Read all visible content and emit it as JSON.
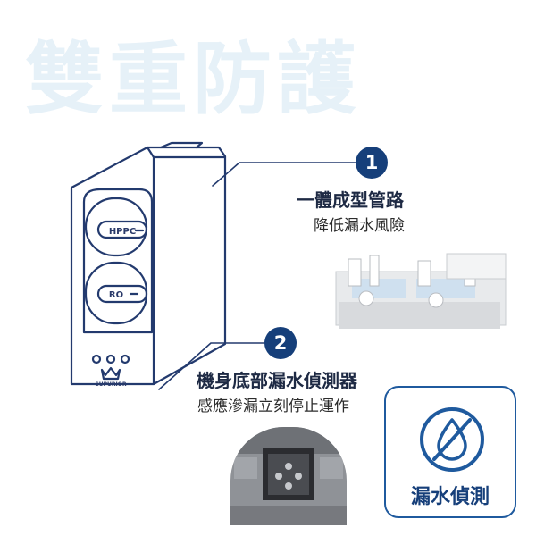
{
  "hero": {
    "title": "雙重防護"
  },
  "device": {
    "filter_top_label": "HPPC",
    "filter_bottom_label": "RO",
    "brand": "SUPURIOR"
  },
  "features": [
    {
      "number": "1",
      "title": "一體成型管路",
      "description": "降低漏水風險"
    },
    {
      "number": "2",
      "title": "機身底部漏水偵測器",
      "description": "感應滲漏立刻停止運作"
    }
  ],
  "card": {
    "label": "漏水偵測",
    "icon": "no-water-drop-icon"
  },
  "colors": {
    "accent": "#163f7a",
    "card_border": "#1f5a9e",
    "hero_text": "#e6f1f8"
  }
}
